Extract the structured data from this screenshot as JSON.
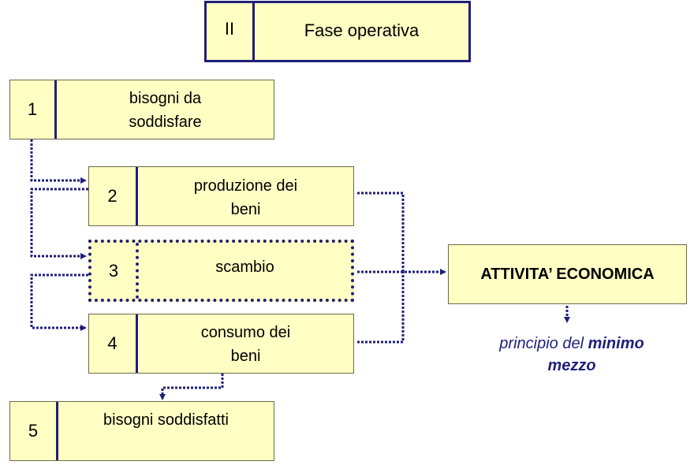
{
  "header": {
    "number": "II",
    "label": "Fase operativa"
  },
  "steps": [
    {
      "number": "1",
      "label": "bisogni da\nsoddisfare"
    },
    {
      "number": "2",
      "label": "produzione dei\nbeni"
    },
    {
      "number": "3",
      "label": "scambio"
    },
    {
      "number": "4",
      "label": "consumo  dei\nbeni"
    },
    {
      "number": "5",
      "label": "bisogni soddisfatti"
    }
  ],
  "activity": {
    "label": "ATTIVITA’ ECONOMICA"
  },
  "principle": {
    "prefix": "principio del ",
    "emphasis_1": "minimo",
    "emphasis_2": "mezzo"
  },
  "colors": {
    "box_fill": "#ffffc4",
    "border": "#1f1f7a",
    "note_text": "#1f1f7a"
  }
}
